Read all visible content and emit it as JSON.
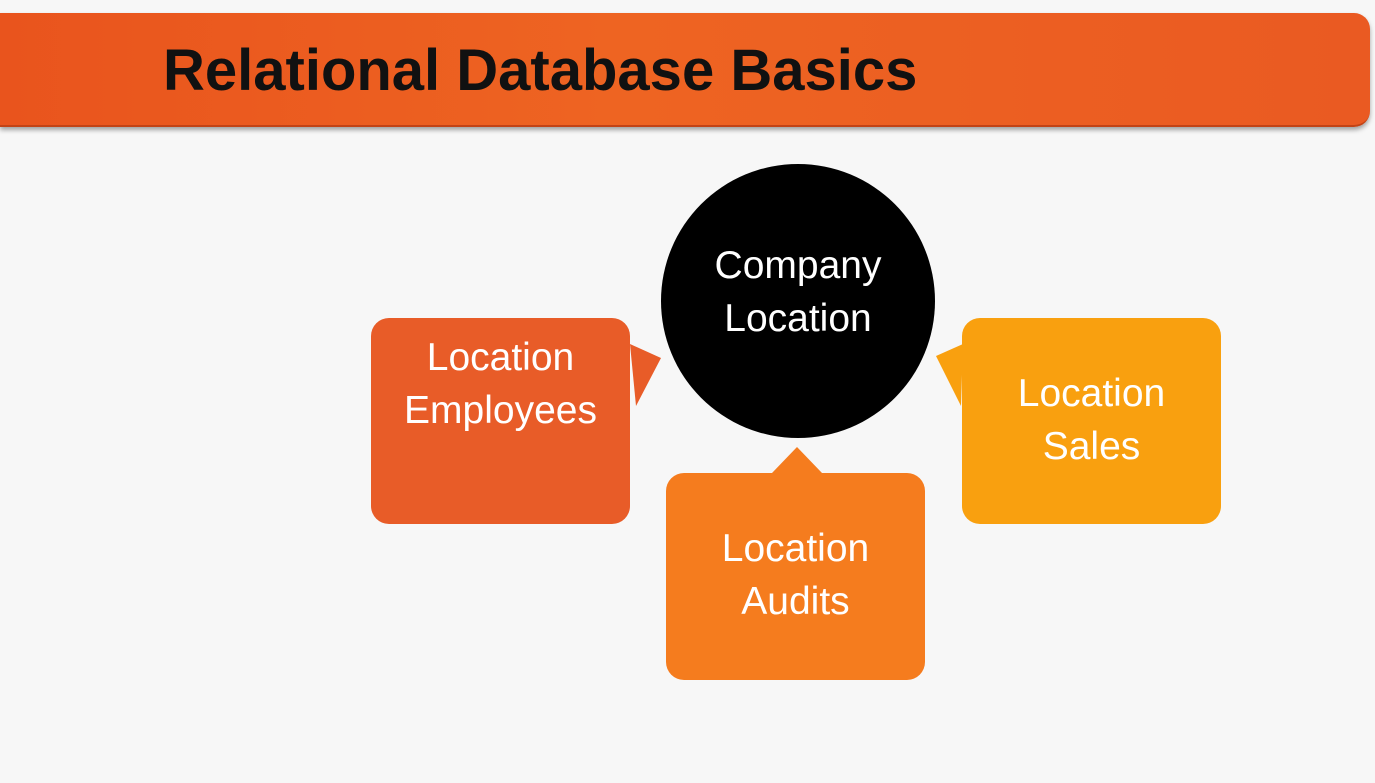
{
  "slide": {
    "title": "Relational Database Basics"
  },
  "diagram": {
    "center": {
      "line1": "Company",
      "line2": "Location",
      "color": "#000000"
    },
    "nodes": [
      {
        "id": "employees",
        "line1": "Location",
        "line2": "Employees",
        "color": "#e85c28"
      },
      {
        "id": "audits",
        "line1": "Location",
        "line2": "Audits",
        "color": "#f57c1e"
      },
      {
        "id": "sales",
        "line1": "Location",
        "line2": "Sales",
        "color": "#f9a00f"
      }
    ],
    "title_bar_color": "#ea5a22"
  }
}
